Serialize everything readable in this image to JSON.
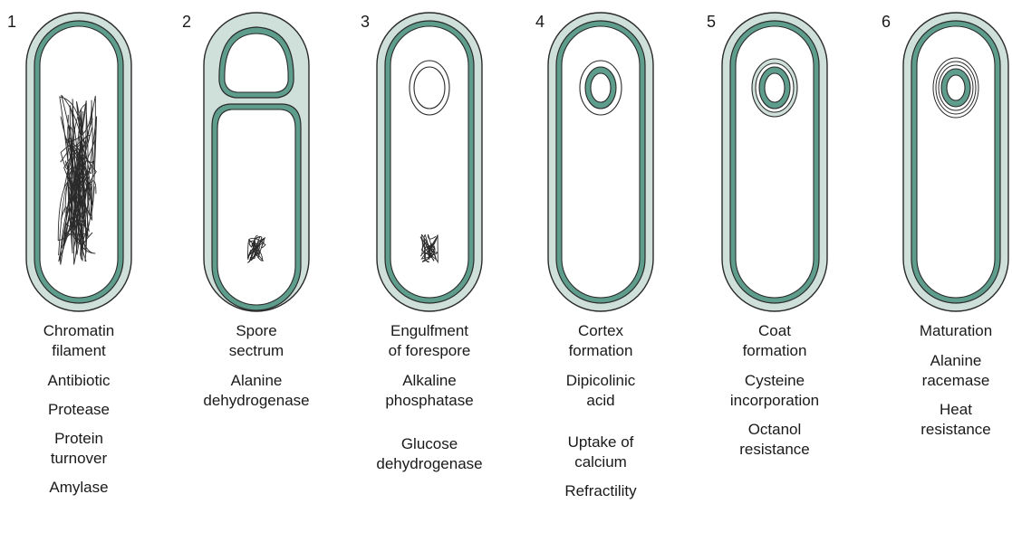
{
  "colors": {
    "cell_wall_fill": "#cfe0da",
    "membrane_fill": "#5e9c8c",
    "outline": "#2a2a2a",
    "background": "#ffffff"
  },
  "stages": [
    {
      "number": "1",
      "title": "Chromatin\nfilament",
      "events": [
        "Antibiotic",
        "Protease",
        "Protein\nturnover",
        "Amylase"
      ]
    },
    {
      "number": "2",
      "title": "Spore\nsectrum",
      "events": [
        "Alanine\ndehydrogenase"
      ]
    },
    {
      "number": "3",
      "title": "Engulfment\nof forespore",
      "events": [
        "Alkaline\nphosphatase",
        "Glucose\ndehydrogenase"
      ]
    },
    {
      "number": "4",
      "title": "Cortex\nformation",
      "events": [
        "Dipicolinic\nacid",
        "Uptake of\ncalcium",
        "Refractility"
      ]
    },
    {
      "number": "5",
      "title": "Coat\nformation",
      "events": [
        "Cysteine\nincorporation",
        "Octanol\nresistance"
      ]
    },
    {
      "number": "6",
      "title": "Maturation",
      "events": [
        "Alanine\nracemase",
        "Heat\nresistance"
      ]
    }
  ]
}
